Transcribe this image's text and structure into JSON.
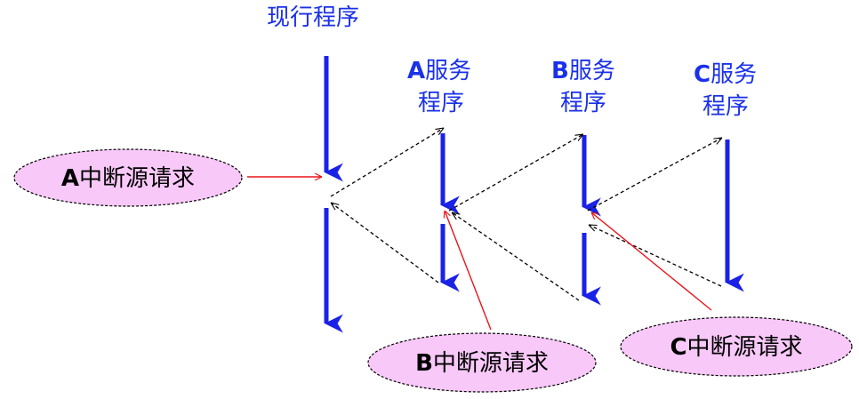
{
  "labels": {
    "main_program": "现行程序",
    "service_a_prefix": "A",
    "service_a_line1": "服务",
    "service_a_line2": "程序",
    "service_b_prefix": "B",
    "service_b_line1": "服务",
    "service_b_line2": "程序",
    "service_c_prefix": "C",
    "service_c_line1": "服务",
    "service_c_line2": "程序"
  },
  "requests": {
    "a_prefix": "A",
    "a_text": "中断源请求",
    "b_prefix": "B",
    "b_text": "中断源请求",
    "c_prefix": "C",
    "c_text": "中断源请求"
  },
  "colors": {
    "blue_arrow": "#1a22e6",
    "label_blue": "#1a31e8",
    "red_arrow": "#e8151b",
    "dashed": "#000000",
    "ellipse_fill": "#f8c8f8",
    "ellipse_stroke": "#000000"
  }
}
